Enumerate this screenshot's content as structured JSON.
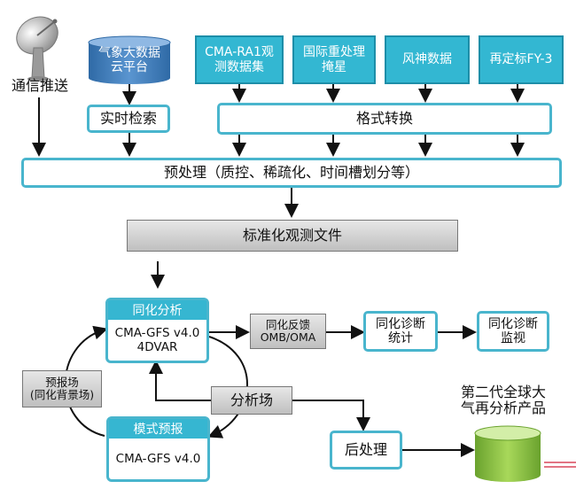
{
  "nodes": {
    "comm": "通信推送",
    "cloud": "气象大数据\n云平台",
    "ra1": "CMA-RA1观\n测数据集",
    "intl": "国际重处理\n掩星",
    "fengshen": "风神数据",
    "fy3": "再定标FY-3",
    "realtime": "实时检索",
    "format": "格式转换",
    "preprocess": "预处理（质控、稀疏化、时间槽划分等）",
    "standard": "标准化观测文件",
    "assim_title": "同化分析",
    "assim_body": "CMA-GFS v4.0\n4DVAR",
    "feedback": "同化反馈\nOMB/OMA",
    "diag_stats": "同化诊断\n统计",
    "diag_monitor": "同化诊断\n监视",
    "fcst_field": "预报场\n(同化背景场)",
    "analysis": "分析场",
    "model_title": "模式预报",
    "model_body": "CMA-GFS v4.0",
    "postproc": "后处理",
    "product": "第二代全球大\n气再分析产品"
  },
  "colors": {
    "cyan": "#33b7d2",
    "border": "#49b5cd",
    "green": "#8cc63f",
    "blue_cyl": "#3a78b8"
  }
}
